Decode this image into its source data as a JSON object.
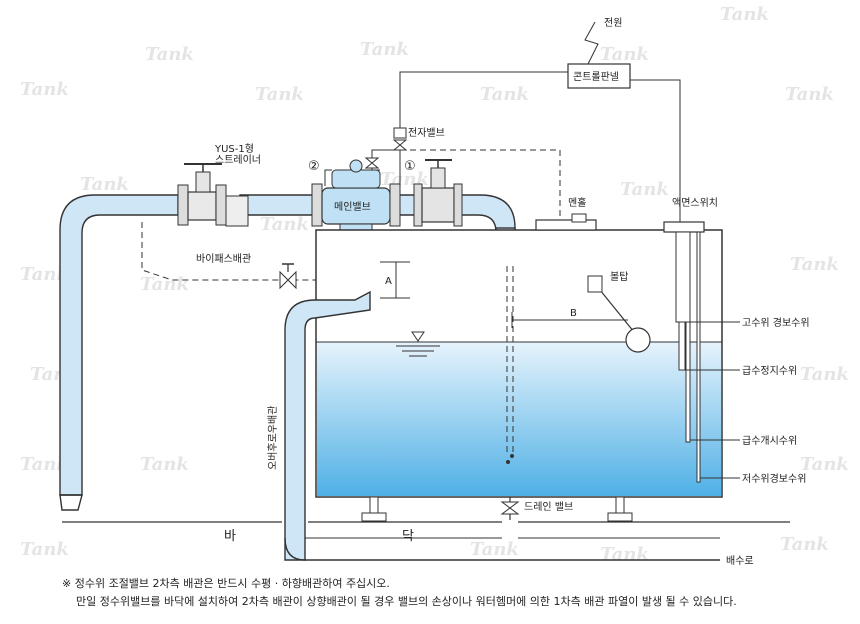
{
  "watermark": "Tank",
  "labels": {
    "power": "전원",
    "control_panel": "콘트롤판넬",
    "solenoid_valve": "전자밸브",
    "strainer_model": "YUS-1형",
    "strainer": "스트레이너",
    "num_2": "②",
    "num_1": "①",
    "main_valve": "메인밸브",
    "manhole": "멘홀",
    "level_switch": "액면스위치",
    "bypass_pipe": "바이패스배관",
    "dim_a": "A",
    "dim_b": "B",
    "ball_tap": "볼탑",
    "high_level_alarm": "고수위 경보수위",
    "supply_stop_level": "급수정지수위",
    "supply_start_level": "급수개시수위",
    "low_level_alarm": "저수위경보수위",
    "overflow_pipe": "오버후로우배관",
    "drain_valve": "드레인 밸브",
    "floor_1": "바",
    "floor_2": "닥",
    "drain_line": "배수로"
  },
  "notes": {
    "line1": "※ 정수위 조절밸브 2차측 배관은 반드시 수평 · 하향배관하여 주십시오.",
    "line2": "만일 정수위밸브를 바닥에 설치하여 2차측 배관이 상향배관이 될 경우 밸브의 손상이나 워터헴머에 의한 1차측 배관 파열이 발생 될 수 있습니다."
  },
  "colors": {
    "pipe_fill": "#cfe6f7",
    "water_top": "#e6f3fc",
    "water_bottom": "#4fb0e6",
    "valve_body": "#bfe0f5"
  }
}
